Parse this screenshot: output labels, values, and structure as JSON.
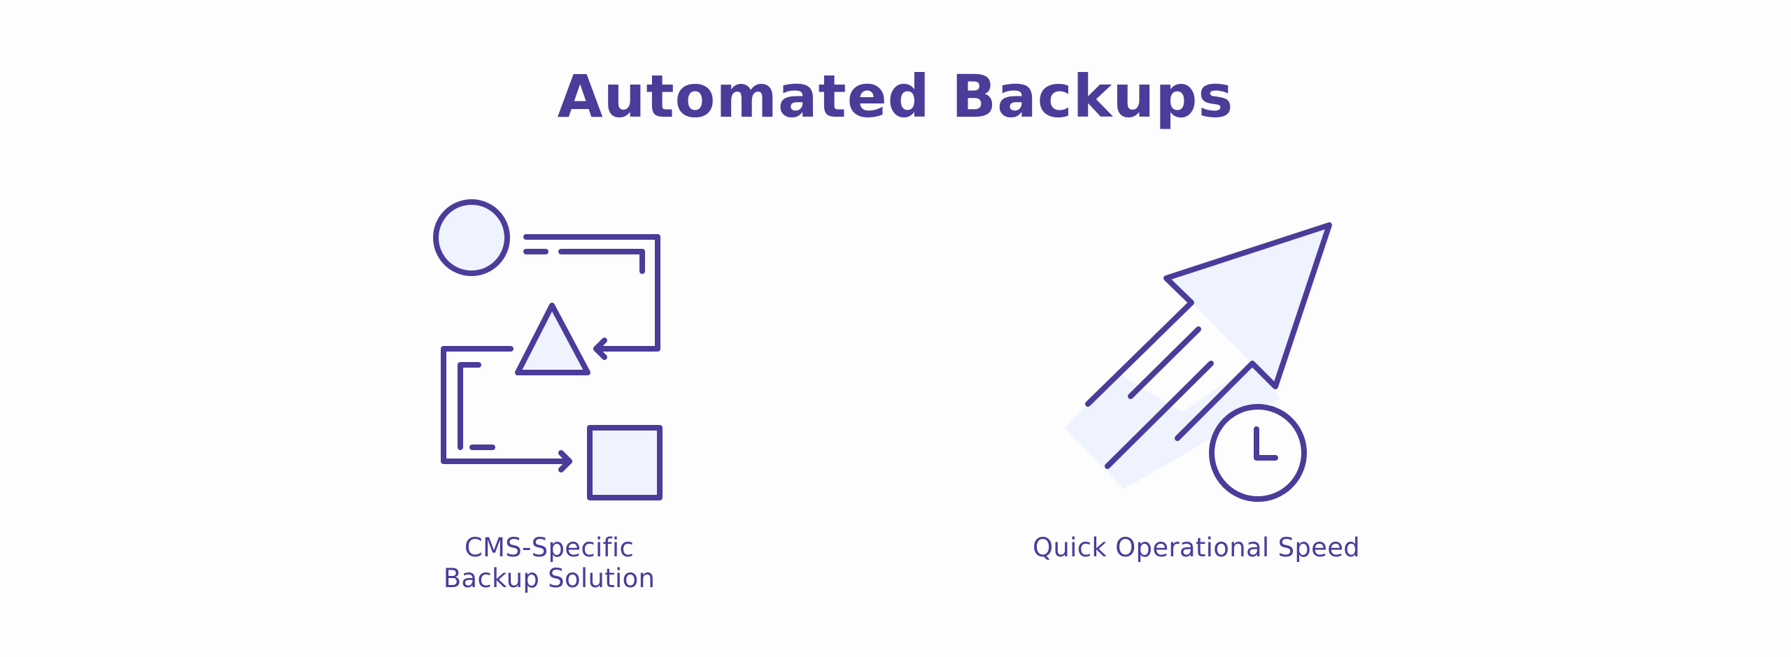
{
  "title": "Automated Backups",
  "features": [
    {
      "icon": "cms-flow-icon",
      "caption_lines": [
        "CMS-Specific",
        "Backup Solution"
      ]
    },
    {
      "icon": "rocket-speed-icon",
      "caption_lines": [
        "Quick Operational Speed"
      ]
    }
  ],
  "colors": {
    "accent": "#4b3c9a",
    "icon_fill": "#eef3fe",
    "background": "#fdfdfe"
  }
}
